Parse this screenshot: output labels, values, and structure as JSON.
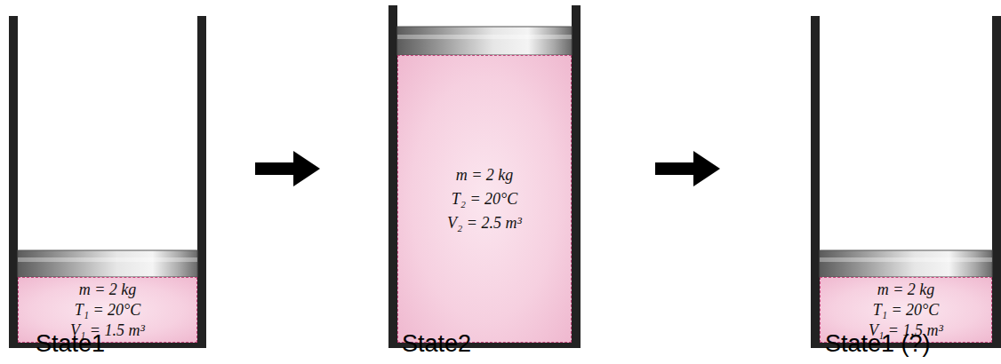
{
  "diagram": {
    "nodes": [
      {
        "text": [
          "m = 2 kg",
          "T₁ = 20°C",
          "V₁ = 1.5 m³"
        ]
      },
      {
        "text": [
          "m = 2 kg",
          "T₂ = 20°C",
          "V₂ = 2.5 m³"
        ]
      },
      {
        "text": [
          "m = 2 kg",
          "T₁ = 20°C",
          "V₁ = 1.5 m³"
        ]
      }
    ],
    "edges": [
      {
        "from": 0,
        "to": 1,
        "arrow": "to"
      },
      {
        "from": 1,
        "to": 2,
        "arrow": "to"
      }
    ],
    "labels": [
      "State1",
      "State2",
      "State1 (?)"
    ]
  }
}
